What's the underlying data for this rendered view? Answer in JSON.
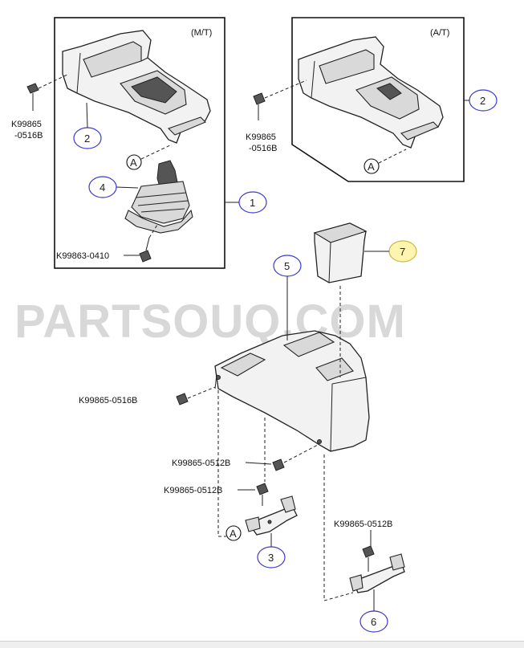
{
  "boxes": {
    "mt_label": "(M/T)",
    "at_label": "(A/T)"
  },
  "watermark": "PARTSOUQ.COM",
  "callouts": [
    "1",
    "2",
    "2",
    "3",
    "4",
    "5",
    "6",
    "7"
  ],
  "ref_mark": "A",
  "fasteners": {
    "mt_bolt_line1": "K99865",
    "mt_bolt_line2": "-0516B",
    "at_bolt_line1": "K99865",
    "at_bolt_line2": "-0516B",
    "boot_screw": "K99863-0410",
    "console_front": "K99865-0516B",
    "console_rear": "K99865-0512B",
    "bracket_3": "K99865-0512B",
    "bracket_6": "K99865-0512B"
  },
  "colors": {
    "callout_ring": "#3a3ad0",
    "highlight_fill": "#fff5b0",
    "watermark": "#d8d8d8"
  }
}
